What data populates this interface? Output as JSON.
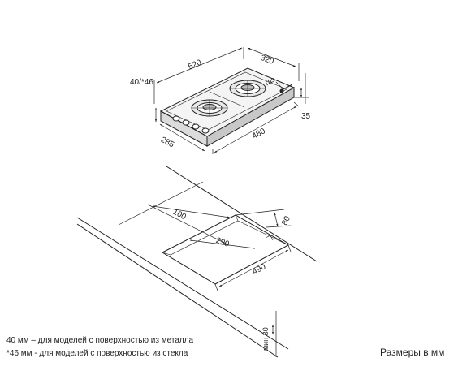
{
  "hob_dims": {
    "width": "520",
    "depth": "320",
    "height_label": "40/*46",
    "gas_label": "газ",
    "body_height": "35",
    "base_width": "480",
    "base_depth": "285"
  },
  "cutout_dims": {
    "offset": "100",
    "edge": "80",
    "cut_depth": "290",
    "cut_width": "490",
    "min_thickness": "мин 30"
  },
  "notes": {
    "metal": "40 мм – для моделей с поверхностью из металла",
    "glass": "*46 мм - для моделей с поверхностью из стекла",
    "units": "Размеры в мм"
  }
}
